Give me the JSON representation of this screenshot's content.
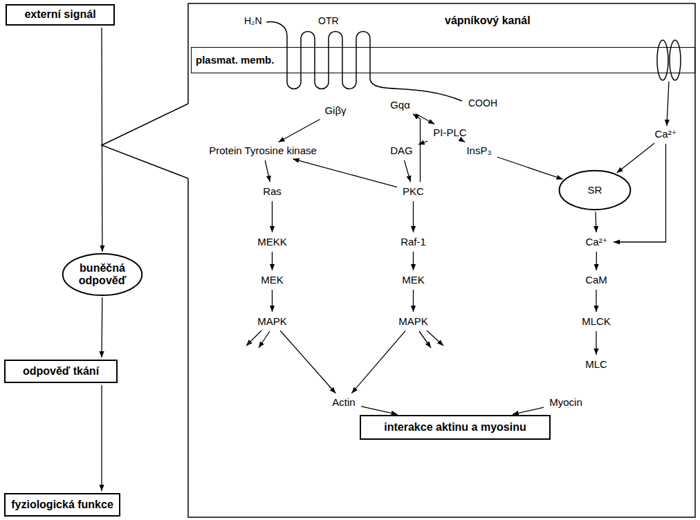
{
  "diagram": {
    "nodes": [
      {
        "text": [
          "externí signál"
        ]
      },
      {
        "text": [
          "buněčná odpověď"
        ]
      },
      {
        "text": [
          "odpověď tkání"
        ]
      },
      {
        "text": [
          "fyziologická funkce"
        ]
      },
      {
        "text": [
          "plasmat. memb."
        ]
      },
      {
        "text": [
          "Giβγ"
        ]
      },
      {
        "text": [
          "Gqα"
        ]
      },
      {
        "text": [
          "PI-PLC"
        ]
      },
      {
        "text": [
          "DAG"
        ]
      },
      {
        "text": [
          "InsP₃"
        ]
      },
      {
        "text": [
          "Ca²⁺"
        ]
      },
      {
        "text": [
          "Protein Tyrosine kinase"
        ]
      },
      {
        "text": [
          "Ras"
        ]
      },
      {
        "text": [
          "PKC"
        ]
      },
      {
        "text": [
          "SR"
        ]
      },
      {
        "text": [
          "MEKK"
        ]
      },
      {
        "text": [
          "Raf-1"
        ]
      },
      {
        "text": [
          "Ca²⁺"
        ]
      },
      {
        "text": [
          "MEK"
        ]
      },
      {
        "text": [
          "MEK"
        ]
      },
      {
        "text": [
          "CaM"
        ]
      },
      {
        "text": [
          "MAPK"
        ]
      },
      {
        "text": [
          "MAPK"
        ]
      },
      {
        "text": [
          "MLCK"
        ]
      },
      {
        "text": [
          "Actin"
        ]
      },
      {
        "text": [
          "MLC"
        ]
      },
      {
        "text": [
          "Myocin"
        ]
      },
      {
        "text": [
          "interakce aktinu a myosinu"
        ]
      }
    ],
    "edges": [
      {
        "from": 0,
        "to": 1,
        "arrow": "to"
      },
      {
        "from": 1,
        "to": 2,
        "arrow": "to"
      },
      {
        "from": 2,
        "to": 3,
        "arrow": "to"
      },
      {
        "from": 5,
        "to": 11,
        "arrow": "to"
      },
      {
        "from": 6,
        "to": 7,
        "arrow": "to"
      },
      {
        "from": 7,
        "to": 8,
        "arrow": "to"
      },
      {
        "from": 7,
        "to": 9,
        "arrow": "to"
      },
      {
        "from": 8,
        "to": 13,
        "arrow": "to"
      },
      {
        "from": 13,
        "to": 6,
        "arrow": "to"
      },
      {
        "from": 13,
        "to": 11,
        "arrow": "to"
      },
      {
        "from": 9,
        "to": 14,
        "arrow": "to"
      },
      {
        "from": 10,
        "to": 14,
        "arrow": "to"
      },
      {
        "from": 10,
        "to": 17,
        "arrow": "to"
      },
      {
        "from": 14,
        "to": 17,
        "arrow": "to"
      },
      {
        "from": 11,
        "to": 12,
        "arrow": "to"
      },
      {
        "from": 12,
        "to": 15,
        "arrow": "to"
      },
      {
        "from": 15,
        "to": 18,
        "arrow": "to"
      },
      {
        "from": 18,
        "to": 21,
        "arrow": "to"
      },
      {
        "from": 13,
        "to": 16,
        "arrow": "to"
      },
      {
        "from": 16,
        "to": 19,
        "arrow": "to"
      },
      {
        "from": 19,
        "to": 22,
        "arrow": "to"
      },
      {
        "from": 17,
        "to": 20,
        "arrow": "to"
      },
      {
        "from": 20,
        "to": 23,
        "arrow": "to"
      },
      {
        "from": 23,
        "to": 25,
        "arrow": "to"
      },
      {
        "from": 21,
        "to": 24,
        "arrow": "to"
      },
      {
        "from": 22,
        "to": 24,
        "arrow": "to"
      },
      {
        "from": 24,
        "to": 27,
        "arrow": "to"
      },
      {
        "from": 26,
        "to": 27,
        "arrow": "to"
      }
    ],
    "labels": [
      "H₂N",
      "OTR",
      "vápníkový kanál",
      "COOH"
    ]
  }
}
